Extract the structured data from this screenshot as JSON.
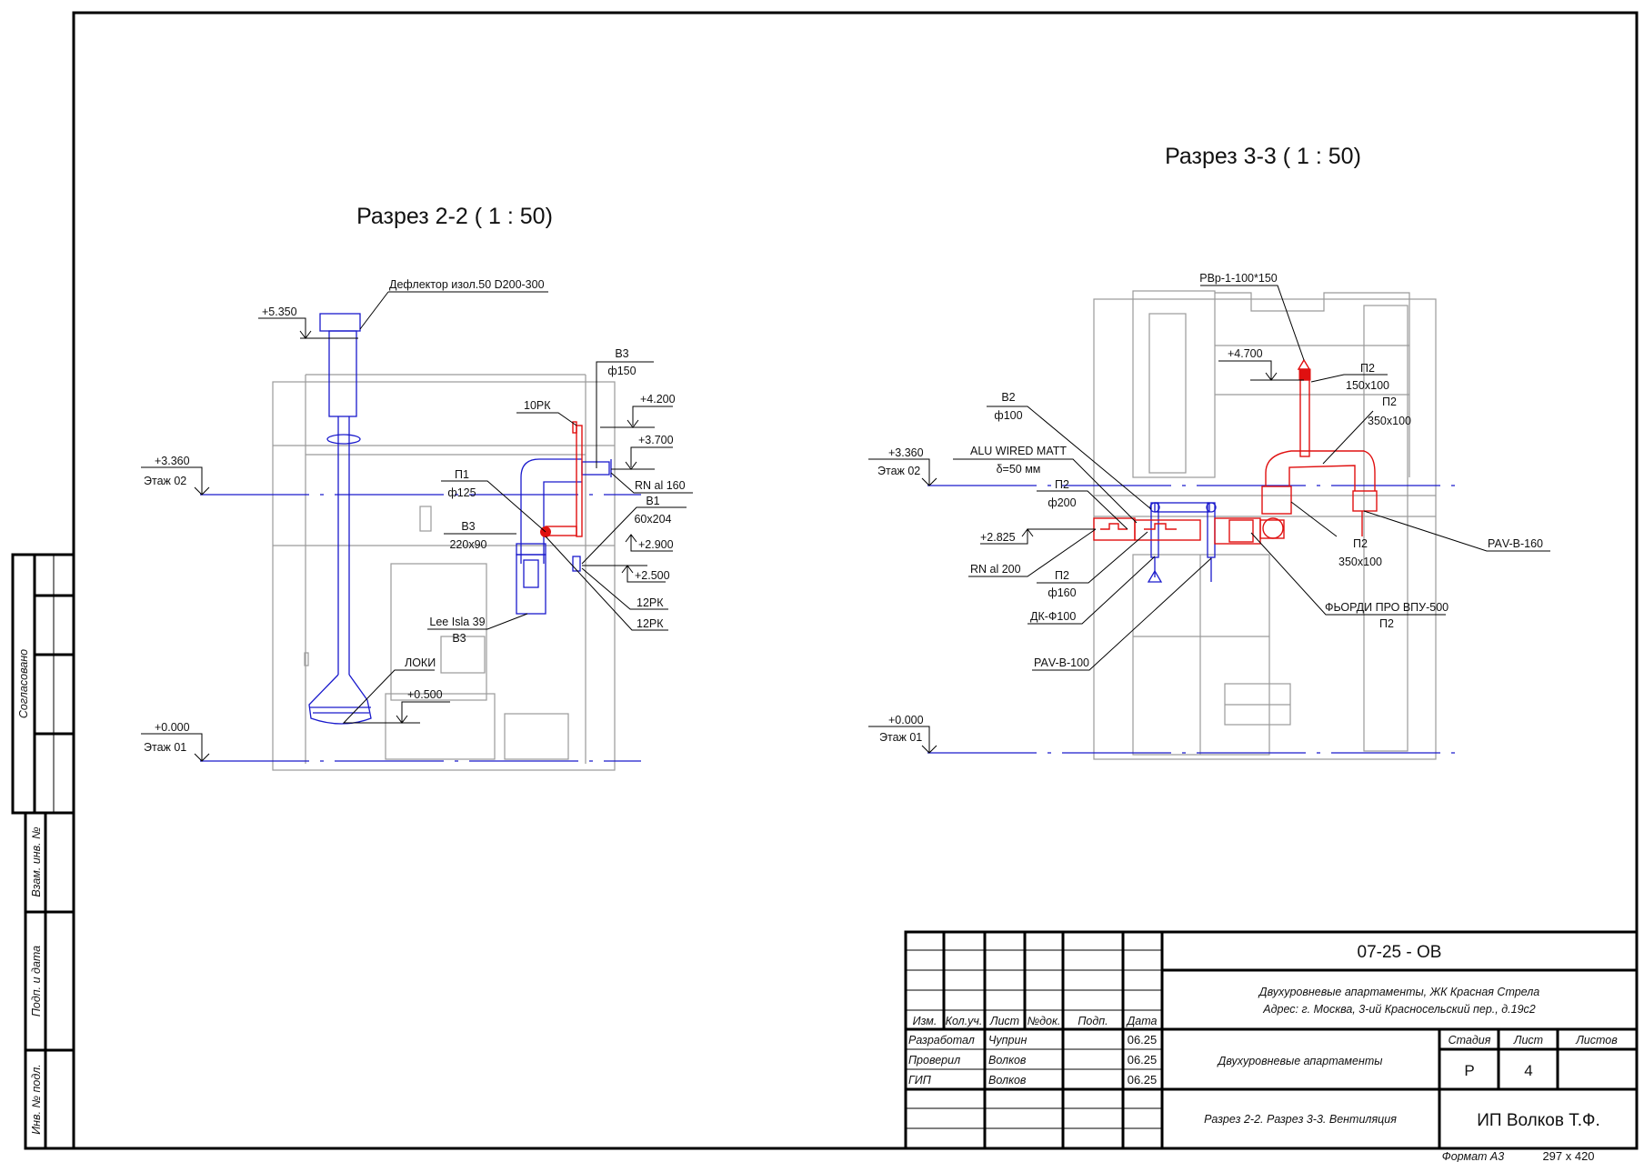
{
  "colors": {
    "supply": "#e01010",
    "exhaust": "#1a1acc",
    "building": "#9a9a9a"
  },
  "section_2_2": {
    "title": "Разрез 2-2 ( 1 : 50)",
    "labels": {
      "deflector": "Дефлектор изол.50 D200-300",
      "elev_5350": "+5.350",
      "b3_top": "В3",
      "b3_top_size": "ф150",
      "rk10": "10РК",
      "elev_4200": "+4.200",
      "elev_3700": "+3.700",
      "rn_al_160": "RN al 160",
      "b1": "В1",
      "b1_size": "60x204",
      "elev_2900": "+2.900",
      "elev_2500": "+2.500",
      "rk12_a": "12РК",
      "rk12_b": "12РК",
      "p1": "П1",
      "p1_size": "ф125",
      "b3_mid": "В3",
      "b3_mid_size": "220x90",
      "lee_isla": "Lee Isla 39",
      "lee_isla_sys": "В3",
      "loki": "ЛОКИ",
      "elev_0500": "+0.500",
      "elev_3360": "+3.360",
      "floor_02": "Этаж 02",
      "elev_0000": "+0.000",
      "floor_01": "Этаж 01"
    }
  },
  "section_3_3": {
    "title": "Разрез 3-3 ( 1 : 50)",
    "labels": {
      "rvr": "РВр-1-100*150",
      "elev_4700": "+4.700",
      "p2_a": "П2",
      "p2_a_size": "150x100",
      "p2_b": "П2",
      "p2_b_size": "350x100",
      "b2": "В2",
      "b2_size": "ф100",
      "alu": "ALU WIRED MATT",
      "alu_thk": "δ=50 мм",
      "elev_3360": "+3.360",
      "floor_02": "Этаж 02",
      "p2_c": "П2",
      "p2_c_size": "ф200",
      "elev_2825": "+2.825",
      "rn_al_200": "RN al 200",
      "p2_d": "П2",
      "p2_d_size": "ф160",
      "dk": "ДК-Ф100",
      "pav_100": "РАV-В-100",
      "p2_e": "П2",
      "p2_e_size": "350x100",
      "fjordi": "ФЬОРДИ ПРО ВПУ-500",
      "fjordi_sys": "П2",
      "pav_160": "РАV-В-160",
      "elev_0000": "+0.000",
      "floor_01": "Этаж 01"
    }
  },
  "side_stamp": {
    "agreed": "Согласовано",
    "replace_inv": "Взам. инв. №",
    "sign_date": "Подп. и дата",
    "inv_orig": "Инв. № подл."
  },
  "title_block": {
    "code": "07-25 - ОВ",
    "project_line1": "Двухуровневые апартаменты, ЖК Красная Стрела",
    "project_line2": "Адрес: г. Москва, 3-ий Красносельский пер., д.19с2",
    "headers": [
      "Изм.",
      "Кол.уч.",
      "Лист",
      "№док.",
      "Подп.",
      "Дата"
    ],
    "rows": [
      {
        "role": "Разработал",
        "name": "Чуприн",
        "date": "06.25"
      },
      {
        "role": "Проверил",
        "name": "Волков",
        "date": "06.25"
      },
      {
        "role": "ГИП",
        "name": "Волков",
        "date": "06.25"
      }
    ],
    "object_name": "Двухуровневые апартаменты",
    "stage_header": "Стадия",
    "sheet_header": "Лист",
    "sheets_header": "Листов",
    "stage": "Р",
    "sheet": "4",
    "sheets": "",
    "drawing_name": "Разрез 2-2. Разрез 3-3. Вентиляция",
    "company": "ИП Волков Т.Ф.",
    "format": "Формат А3",
    "size": "297 x 420"
  }
}
